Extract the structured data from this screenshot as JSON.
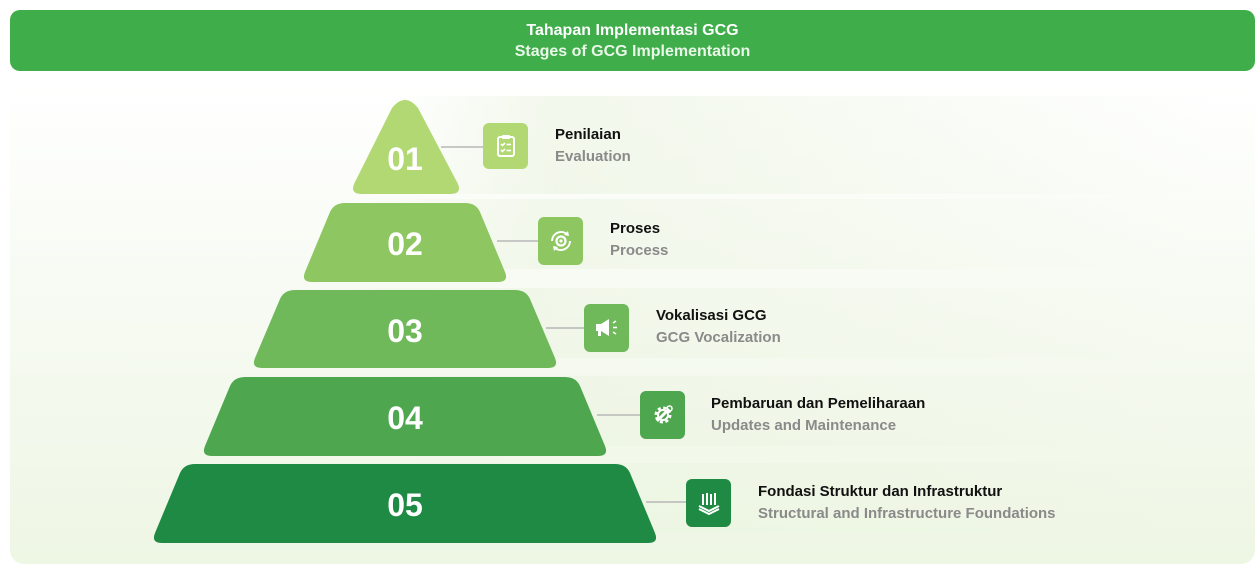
{
  "header": {
    "title_id": "Tahapan Implementasi GCG",
    "title_en": "Stages of GCG Implementation"
  },
  "colors": {
    "header_bg": "#3fae4a",
    "level_01": "#b1d872",
    "level_02": "#8ec761",
    "level_03": "#6fb95b",
    "level_04": "#4ea64f",
    "level_05": "#1f8a43"
  },
  "stages": [
    {
      "number": "01",
      "label_id": "Penilaian",
      "label_en": "Evaluation",
      "icon": "clipboard-checklist-icon"
    },
    {
      "number": "02",
      "label_id": "Proses",
      "label_en": "Process",
      "icon": "process-cycle-gear-icon"
    },
    {
      "number": "03",
      "label_id": "Vokalisasi GCG",
      "label_en": "GCG Vocalization",
      "icon": "megaphone-icon"
    },
    {
      "number": "04",
      "label_id": "Pembaruan dan Pemeliharaan",
      "label_en": "Updates and Maintenance",
      "icon": "gear-wrench-icon"
    },
    {
      "number": "05",
      "label_id": "Fondasi Struktur dan Infrastruktur",
      "label_en": "Structural and Infrastructure Foundations",
      "icon": "foundation-pillars-icon"
    }
  ]
}
